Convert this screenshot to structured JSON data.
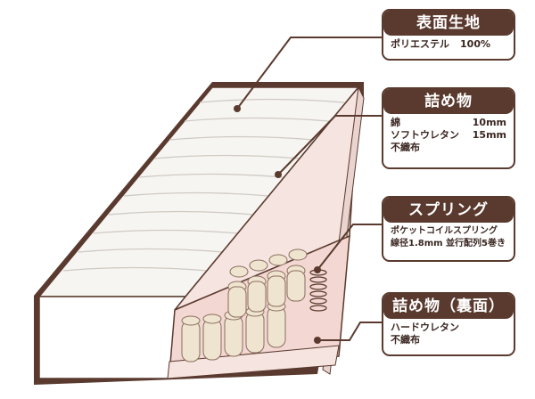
{
  "labels": {
    "surface": {
      "title": "表面生地",
      "lines": [
        {
          "name": "ポリエステル",
          "value": "100%"
        }
      ]
    },
    "filling": {
      "title": "詰め物",
      "lines": [
        {
          "name": "綿",
          "value": "10mm"
        },
        {
          "name": "ソフトウレタン",
          "value": "15mm"
        },
        {
          "name": "不織布",
          "value": ""
        }
      ]
    },
    "spring": {
      "title": "スプリング",
      "lines": [
        {
          "name": "ポケットコイルスプリング",
          "value": ""
        },
        {
          "name": "線径1.8mm 並行配列5巻き",
          "value": ""
        }
      ]
    },
    "filling_back": {
      "title": "詰め物（裏面）",
      "lines": [
        {
          "name": "ハードウレタン",
          "value": ""
        },
        {
          "name": "不織布",
          "value": ""
        }
      ]
    }
  },
  "colors": {
    "outline": "#5a3a2e",
    "cover": "#f7f5f2",
    "foam": "#f6e4e0",
    "spring_bed": "#f3d7d2",
    "coil": "#efe4cf"
  }
}
